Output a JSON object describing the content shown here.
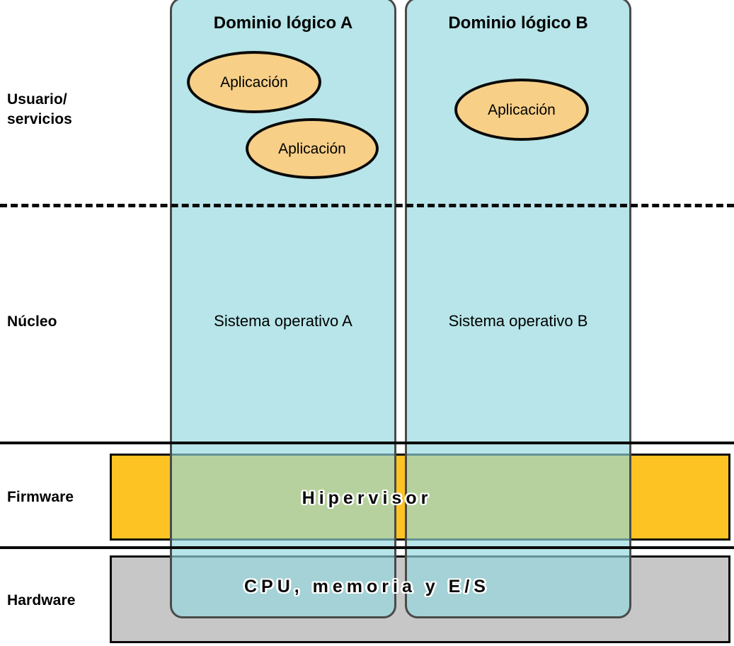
{
  "layers": [
    {
      "id": "usuario",
      "label": "Usuario/\nservicios"
    },
    {
      "id": "nucleo",
      "label": "Núcleo"
    },
    {
      "id": "firmware",
      "label": "Firmware"
    },
    {
      "id": "hardware",
      "label": "Hardware"
    }
  ],
  "domains": [
    {
      "id": "a",
      "title": "Dominio lógico A",
      "os_label": "Sistema operativo A",
      "apps": [
        {
          "label": "Aplicación"
        },
        {
          "label": "Aplicación"
        }
      ]
    },
    {
      "id": "b",
      "title": "Dominio lógico B",
      "os_label": "Sistema operativo B",
      "apps": [
        {
          "label": "Aplicación"
        }
      ]
    }
  ],
  "bands": {
    "firmware_caption": "Hipervisor",
    "hardware_caption": "CPU, memoria y E/S"
  },
  "colors": {
    "domain_panel": "#91d8de",
    "domain_border": "#4a4a4a",
    "application_fill": "#f7cf87",
    "application_border": "#0a0a0a",
    "firmware_fill": "#fcc323",
    "hardware_fill": "#c7c7c7",
    "separator": "#0a0a0a",
    "text": "#000000",
    "caption_halo": "#ffffff"
  }
}
